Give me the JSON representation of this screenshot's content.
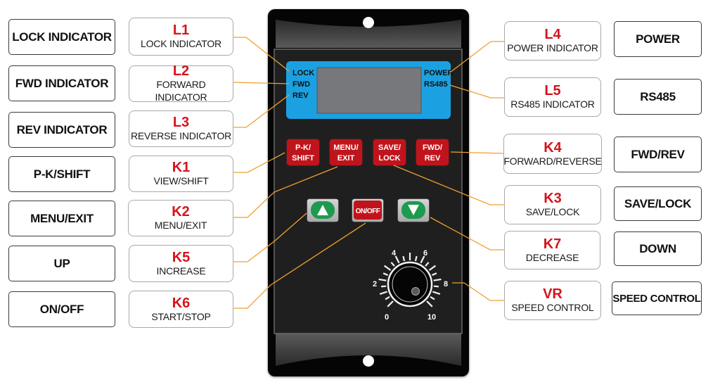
{
  "title": "Controller panel key and indicator diagram",
  "colors": {
    "code_red": "#d5141c",
    "leader_orange": "#f0a030",
    "lcd_blue": "#1ba1e2",
    "key_red": "#c0141c",
    "key_green": "#1d9a4e",
    "device_black": "#111111"
  },
  "left_plain": [
    {
      "label": "LOCK INDICATOR"
    },
    {
      "label": "FWD INDICATOR"
    },
    {
      "label": "REV INDICATOR"
    },
    {
      "label": "P-K/SHIFT"
    },
    {
      "label": "MENU/EXIT"
    },
    {
      "label": "UP"
    },
    {
      "label": "ON/OFF"
    }
  ],
  "left_coded": [
    {
      "code": "L1",
      "desc": "LOCK INDICATOR"
    },
    {
      "code": "L2",
      "desc": "FORWARD INDICATOR"
    },
    {
      "code": "L3",
      "desc": "REVERSE INDICATOR"
    },
    {
      "code": "K1",
      "desc": "VIEW/SHIFT"
    },
    {
      "code": "K2",
      "desc": "MENU/EXIT"
    },
    {
      "code": "K5",
      "desc": "INCREASE"
    },
    {
      "code": "K6",
      "desc": "START/STOP"
    }
  ],
  "right_coded": [
    {
      "code": "L4",
      "desc": "POWER INDICATOR"
    },
    {
      "code": "L5",
      "desc": "RS485 INDICATOR"
    },
    {
      "code": "K4",
      "desc": "FORWARD/REVERSE"
    },
    {
      "code": "K3",
      "desc": "SAVE/LOCK"
    },
    {
      "code": "K7",
      "desc": "DECREASE"
    },
    {
      "code": "VR",
      "desc": "SPEED CONTROL"
    }
  ],
  "right_plain": [
    {
      "label": "POWER"
    },
    {
      "label": "RS485"
    },
    {
      "label": "FWD/REV"
    },
    {
      "label": "SAVE/LOCK"
    },
    {
      "label": "DOWN"
    },
    {
      "label": "SPEED CONTROL"
    }
  ],
  "device": {
    "lcd_left_indicators": [
      "LOCK",
      "FWD",
      "REV"
    ],
    "lcd_right_indicators": [
      "POWER",
      "RS485"
    ],
    "keys": [
      {
        "line1": "P-K/",
        "line2": "SHIFT"
      },
      {
        "line1": "MENU/",
        "line2": "EXIT"
      },
      {
        "line1": "SAVE/",
        "line2": "LOCK"
      },
      {
        "line1": "FWD/",
        "line2": "REV"
      }
    ],
    "up_key_icon": "up-triangle",
    "onoff_label": "ON/OFF",
    "down_key_icon": "down-triangle",
    "dial_labels": [
      "0",
      "2",
      "4",
      "6",
      "8",
      "10"
    ]
  }
}
